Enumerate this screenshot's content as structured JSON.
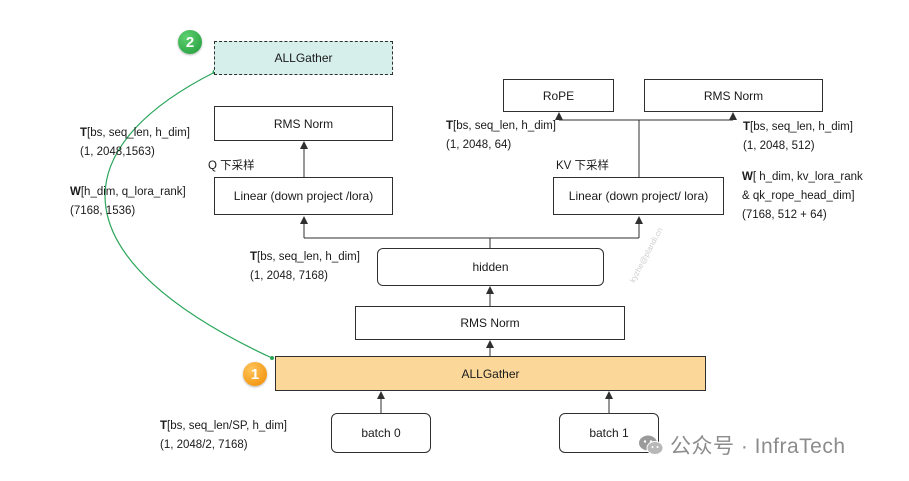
{
  "boxes": {
    "allgather_top": "ALLGather",
    "rms_norm_q": "RMS Norm",
    "linear_q": "Linear (down project /lora)",
    "rope": "RoPE",
    "rms_norm_kv": "RMS Norm",
    "linear_kv": "Linear (down project/ lora)",
    "hidden": "hidden",
    "rms_norm_mid": "RMS Norm",
    "allgather_bottom": "ALLGather",
    "batch0": "batch 0",
    "batch1": "batch 1"
  },
  "badges": {
    "step2": "2",
    "step1": "1"
  },
  "labels": {
    "q_downsample": "Q 下采样",
    "kv_downsample": "KV 下采样",
    "q_out_tensor": {
      "bold": "T",
      "rest": "[bs, seq_len, h_dim]",
      "shape": "(1, 2048,1563)"
    },
    "q_weight": {
      "bold": "W",
      "rest": "[h_dim, q_lora_rank]",
      "shape": "(7168, 1536)"
    },
    "rope_tensor": {
      "bold": "T",
      "rest": "[bs, seq_len, h_dim]",
      "shape": "(1, 2048, 64)"
    },
    "kv_tensor": {
      "bold": "T",
      "rest": "[bs, seq_len, h_dim]",
      "shape": "(1, 2048, 512)"
    },
    "kv_weight": {
      "bold": "W",
      "rest": "[ h_dim, kv_lora_rank",
      "line2": "& qk_rope_head_dim]",
      "shape": "(7168, 512 + 64)"
    },
    "hidden_tensor": {
      "bold": "T",
      "rest": "[bs, seq_len, h_dim]",
      "shape": "(1, 2048, 7168)"
    },
    "input_tensor": {
      "bold": "T",
      "rest": "[bs, seq_len/SP, h_dim]",
      "shape": "(1, 2048/2, 7168)"
    }
  },
  "watermark": {
    "account": "公众号 · InfraTech",
    "site": "kyzhe@plandi.cn"
  },
  "colors": {
    "allgather_top_fill": "#d6efea",
    "allgather_bottom_fill": "#fbd79a",
    "connector": "#2aa55a"
  }
}
